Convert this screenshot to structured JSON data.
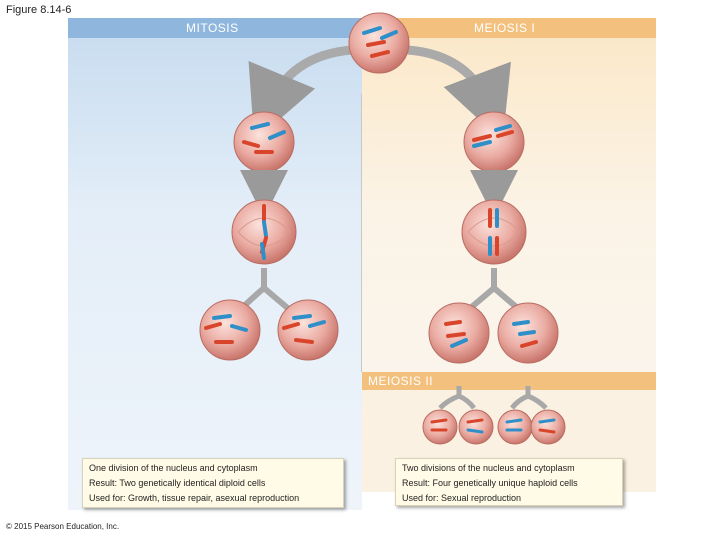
{
  "figure": {
    "title": "Figure 8.14-6",
    "copyright": "© 2015 Pearson Education, Inc."
  },
  "mitosis": {
    "heading": "MITOSIS",
    "notes": [
      "One division of the nucleus and cytoplasm",
      "Result: Two genetically identical diploid cells",
      "Used for: Growth, tissue repair, asexual reproduction"
    ]
  },
  "meiosis": {
    "heading_1": "MEIOSIS I",
    "heading_2": "MEIOSIS II",
    "notes": [
      "Two divisions of the nucleus and cytoplasm",
      "Result: Four genetically unique haploid cells",
      "Used for: Sexual reproduction"
    ]
  },
  "colors": {
    "mitosis_accent": "#8fb7dd",
    "meiosis_accent": "#f4c07e",
    "cell_fill": "#e8a39a",
    "chromosome_red": "#d9452b",
    "chromosome_blue": "#2f8fc9",
    "arrow_gray": "#9a9a9a"
  }
}
